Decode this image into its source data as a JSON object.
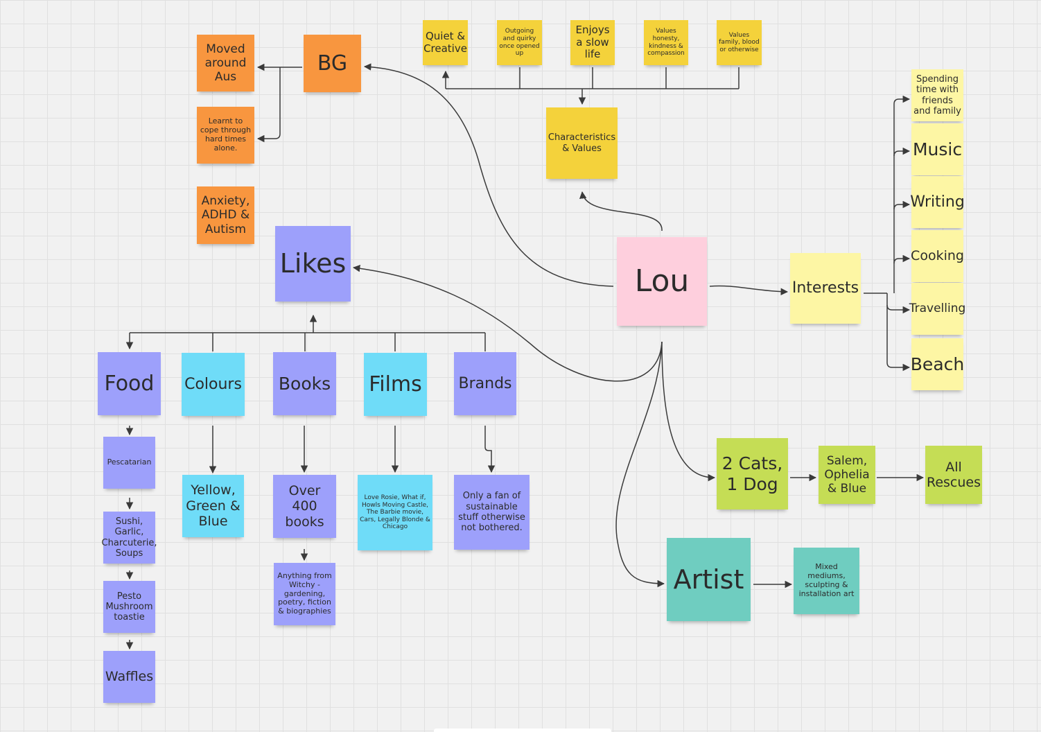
{
  "board": {
    "center": {
      "label": "Lou"
    },
    "background": {
      "title": "BG",
      "items": [
        "Moved around Aus",
        "Learnt to cope through hard times alone.",
        "Anxiety, ADHD & Autism"
      ]
    },
    "characteristics": {
      "title": "Characteristics & Values",
      "items": [
        "Quiet & Creative",
        "Outgoing and quirky once opened up",
        "Enjoys a slow life",
        "Values honesty, kindness & compassion",
        "Values family, blood or otherwise"
      ]
    },
    "interests": {
      "title": "Interests",
      "items": [
        "Spending time with friends and family",
        "Music",
        "Writing",
        "Cooking",
        "Travelling",
        "Beach"
      ]
    },
    "likes": {
      "title": "Likes",
      "food": {
        "title": "Food",
        "items": [
          "Pescatarian",
          "Sushi, Garlic, Charcuterie, Soups",
          "Pesto Mushroom toastie",
          "Waffles"
        ]
      },
      "colours": {
        "title": "Colours",
        "detail": "Yellow, Green & Blue"
      },
      "books": {
        "title": "Books",
        "detail": "Over 400 books",
        "detail2": "Anything from Witchy - gardening, poetry, fiction & biographies"
      },
      "films": {
        "title": "Films",
        "detail": "Love Rosie, What if, Howls Moving Castle, The Barbie movie, Cars, Legally Blonde & Chicago"
      },
      "brands": {
        "title": "Brands",
        "detail": "Only a fan of sustainable stuff otherwise not bothered."
      }
    },
    "pets": {
      "title": "2 Cats, 1 Dog",
      "names": "Salem, Ophelia & Blue",
      "note": "All Rescues"
    },
    "artist": {
      "title": "Artist",
      "detail": "Mixed mediums, sculpting & installation art"
    }
  },
  "colors": {
    "orange": "#f8963f",
    "yellow": "#f4d23b",
    "light_yellow": "#fdf6a4",
    "pink": "#fecfdd",
    "violet": "#9da0fb",
    "cyan": "#6fdcf8",
    "lime": "#c5dd55",
    "teal": "#6fcdc0",
    "connector": "#3a3a3a",
    "grid": "#e0e0e0",
    "canvas": "#f1f1f1"
  }
}
